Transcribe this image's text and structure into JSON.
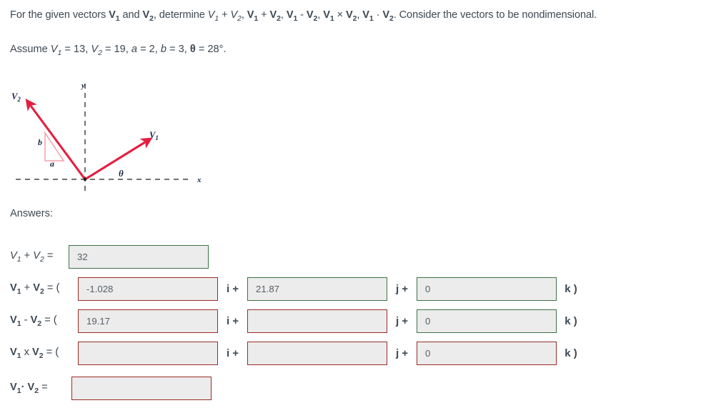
{
  "problem": {
    "statement_prefix": "For the given vectors ",
    "statement_mid": " and ",
    "statement_determine": ", determine ",
    "statement_suffix": ". Consider the vectors to be nondimensional.",
    "assume_prefix": "Assume ",
    "assume_values": [
      {
        "symbol": "V",
        "sub": "1",
        "value": "13"
      },
      {
        "symbol": "V",
        "sub": "2",
        "value": "19"
      },
      {
        "symbol": "a",
        "sub": "",
        "value": "2"
      },
      {
        "symbol": "b",
        "sub": "",
        "value": "3"
      },
      {
        "symbol": "θ",
        "sub": "",
        "value": "28°"
      }
    ],
    "full_statement": "For the given vectors V1 and V2, determine V1 + V2, V1 + V2, V1 - V2, V1 × V2, V1 · V2. Consider the vectors to be nondimensional.",
    "full_assume": "Assume V1 = 13, V2 = 19, a = 2, b = 3, θ = 28°."
  },
  "figure": {
    "axis_x_label": "x",
    "axis_y_label": "y",
    "vector1_label": "V",
    "vector1_sub": "1",
    "vector2_label": "V",
    "vector2_sub": "2",
    "angle_label": "θ",
    "leg_a_label": "a",
    "leg_b_label": "b",
    "arrow_color": "#e41e3f",
    "triangle_color": "#f0a0a8",
    "axis_color": "#1d1d1d",
    "label_color": "#1b2a4a"
  },
  "answers": {
    "heading": "Answers:",
    "rows": [
      {
        "name": "v1-plus-v2-magnitude",
        "label_style": "italic",
        "label_html": "V1 + V2 =",
        "has_paren": false,
        "fields": [
          {
            "name": "magnitude",
            "value": "32",
            "state": "good",
            "width": 196
          }
        ],
        "separators": []
      },
      {
        "name": "v1-plus-v2-components",
        "label_style": "bold",
        "label_html": "V1 + V2 = (",
        "has_paren": true,
        "fields": [
          {
            "name": "i-component",
            "value": "-1.028",
            "state": "bad",
            "width": 196
          },
          {
            "name": "j-component",
            "value": "21.87",
            "state": "good",
            "width": 196
          },
          {
            "name": "k-component",
            "value": "0",
            "state": "good",
            "width": 196
          }
        ],
        "separators": [
          "i +",
          "j +",
          "k )"
        ]
      },
      {
        "name": "v1-minus-v2-components",
        "label_style": "bold",
        "label_html": "V1 - V2 = (",
        "has_paren": true,
        "fields": [
          {
            "name": "i-component",
            "value": "19.17",
            "state": "bad",
            "width": 196
          },
          {
            "name": "j-component",
            "value": "",
            "state": "bad",
            "width": 196
          },
          {
            "name": "k-component",
            "value": "0",
            "state": "good",
            "width": 196
          }
        ],
        "separators": [
          "i +",
          "j +",
          "k )"
        ]
      },
      {
        "name": "v1-cross-v2-components",
        "label_style": "bold",
        "label_html": "V1 x V2 = (",
        "has_paren": true,
        "fields": [
          {
            "name": "i-component",
            "value": "",
            "state": "bad",
            "width": 196
          },
          {
            "name": "j-component",
            "value": "",
            "state": "bad",
            "width": 196
          },
          {
            "name": "k-component",
            "value": "0",
            "state": "bad",
            "width": 196
          }
        ],
        "separators": [
          "i +",
          "j +",
          "k )"
        ]
      },
      {
        "name": "v1-dot-v2",
        "label_style": "bold",
        "label_html": "V1· V2 =",
        "has_paren": false,
        "fields": [
          {
            "name": "scalar",
            "value": "",
            "state": "bad",
            "width": 196
          }
        ],
        "separators": []
      }
    ]
  },
  "colors": {
    "good_border": "#3c7344",
    "bad_border": "#9c2b28",
    "field_fill": "#ececec",
    "text": "#3d4852",
    "vector_red": "#e41e3f"
  }
}
